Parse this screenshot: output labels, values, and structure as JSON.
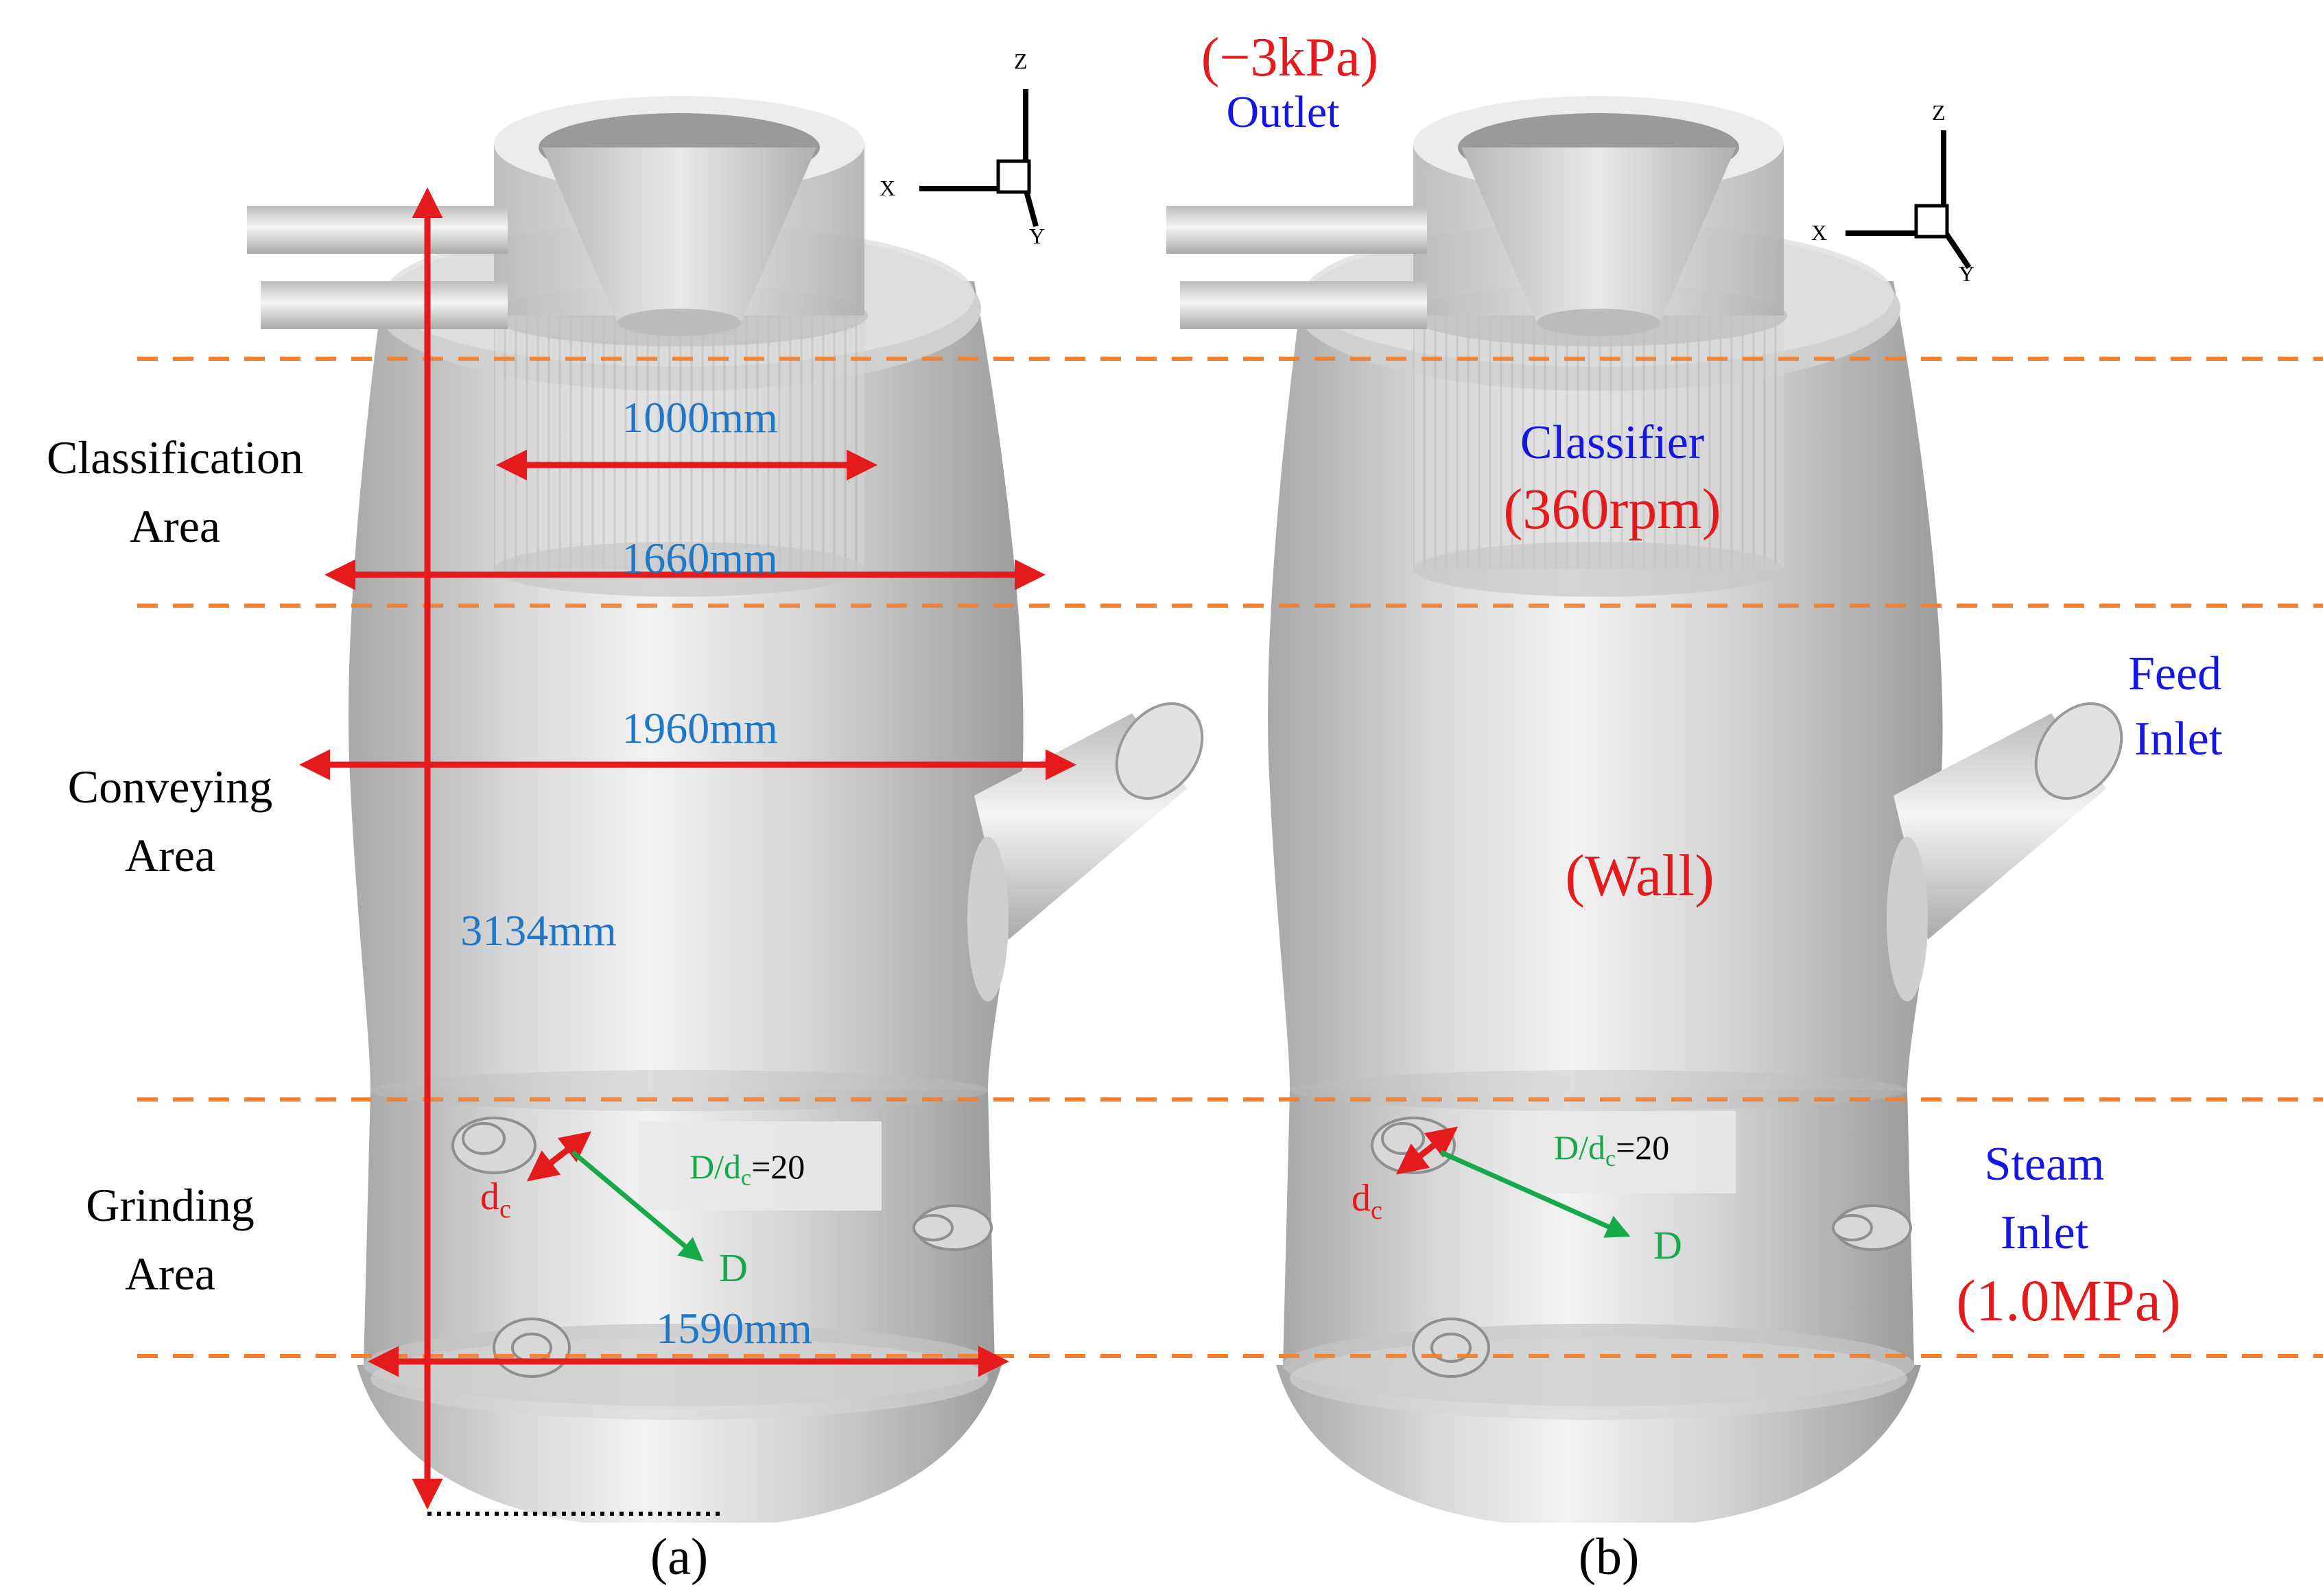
{
  "areas": {
    "classification": [
      "Classification",
      "Area"
    ],
    "conveying": [
      "Conveying",
      "Area"
    ],
    "grinding": [
      "Grinding",
      "Area"
    ]
  },
  "panel_a": {
    "caption": "(a)",
    "dim_1000": "1000mm",
    "dim_1660": "1660mm",
    "dim_1960": "1960mm",
    "dim_3134": "3134mm",
    "dim_1590": "1590mm",
    "ratio_prefix": "D/d",
    "ratio_sub": "c",
    "ratio_value": "=20",
    "dc_label": "d",
    "dc_sub": "c",
    "D_label": "D"
  },
  "panel_b": {
    "caption": "(b)",
    "outlet_pressure": "(−3kPa)",
    "outlet": "Outlet",
    "classifier": "Classifier",
    "classifier_speed": "(360rpm)",
    "feed": [
      "Feed",
      "Inlet"
    ],
    "wall": "(Wall)",
    "steam": [
      "Steam",
      "Inlet"
    ],
    "steam_pressure": "(1.0MPa)",
    "ratio_prefix": "D/d",
    "ratio_sub": "c",
    "ratio_value": "=20",
    "dc_label": "d",
    "dc_sub": "c",
    "D_label": "D"
  },
  "axes_triad": {
    "x": "X",
    "y": "Y",
    "z": "Z"
  },
  "colors": {
    "dimension_line": "#e41a1c",
    "dimension_text": "#1f77c8",
    "green": "#15a94a",
    "blue_label": "#1515e6",
    "red_label": "#e41a1c",
    "dashed_line": "#f08030",
    "vessel_body": "#c9c9c9"
  }
}
